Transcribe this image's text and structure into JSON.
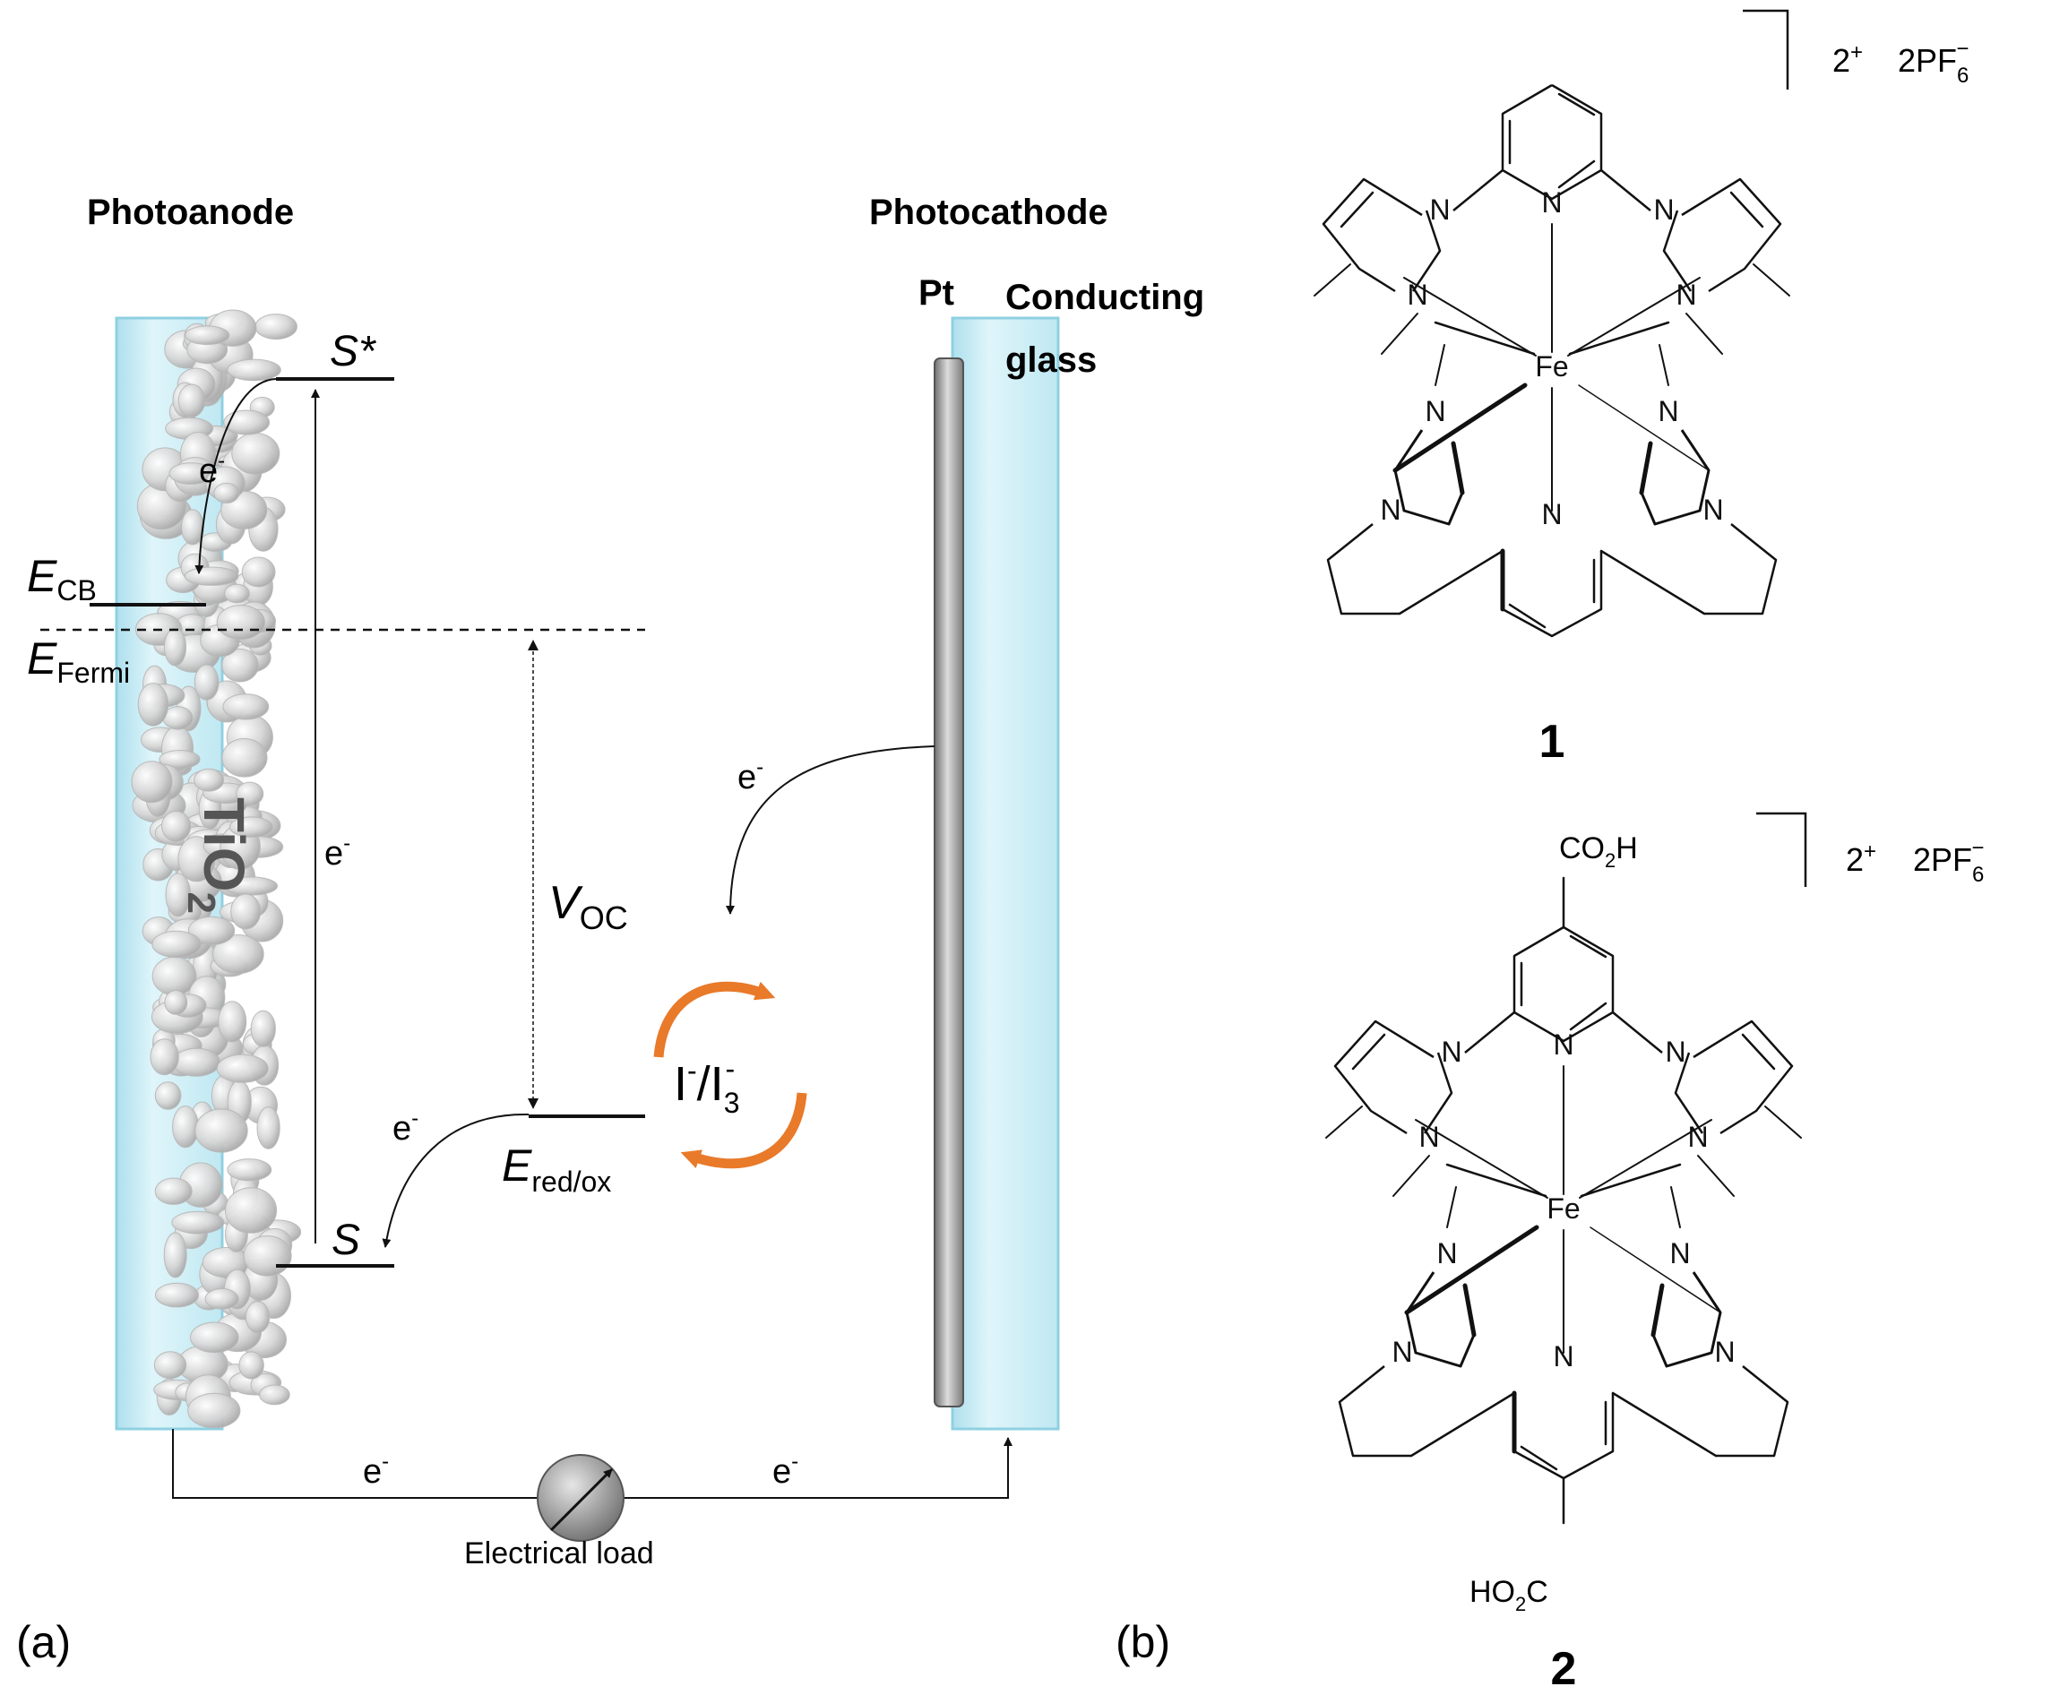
{
  "panel_a": {
    "caption": "(a)",
    "photoanode": "Photoanode",
    "photocathode": "Photocathode",
    "pt": "Pt",
    "conducting_glass": [
      "Conducting",
      "glass"
    ],
    "tio2": "TiO",
    "tio2_sub": "2",
    "s_star": "S*",
    "s": "S",
    "e_cb": {
      "main": "E",
      "sub": "CB"
    },
    "e_fermi": {
      "main": "E",
      "sub": "Fermi"
    },
    "v_oc": {
      "main": "V",
      "sub": "OC"
    },
    "e_redox": {
      "main": "E",
      "sub": "red/ox"
    },
    "electron": "e",
    "electron_sup": "-",
    "redox_couple": {
      "a": "I",
      "a_sup": "-",
      "slash": "/I",
      "b_sub": "3",
      "b_sup": "-"
    },
    "load": "Electrical load"
  },
  "panel_b": {
    "caption": "(b)",
    "compounds": [
      {
        "number": "1",
        "charge": "2",
        "charge_sup": "+",
        "counterion": "2PF",
        "counterion_sub": "6",
        "counterion_sup": "−"
      },
      {
        "number": "2",
        "charge": "2",
        "charge_sup": "+",
        "counterion": "2PF",
        "counterion_sub": "6",
        "counterion_sup": "−",
        "top_substituent": "CO",
        "top_sub": "2",
        "top_h": "H",
        "bottom_substituent": "HO",
        "bottom_sub": "2",
        "bottom_c": "C"
      }
    ],
    "atoms": {
      "n": "N",
      "fe": "Fe"
    }
  },
  "colors": {
    "glass": "#cdeef6",
    "glass_edge": "#8fd0e2",
    "arrow_orange": "#e87a2a",
    "electrode": "#9a9a9a"
  }
}
